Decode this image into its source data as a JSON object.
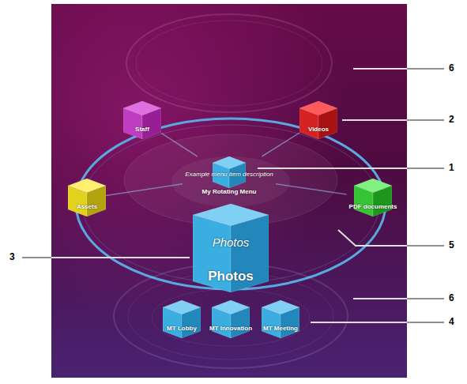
{
  "diagram": {
    "nodes": [
      {
        "text": [
          "Staff"
        ]
      },
      {
        "text": [
          "Videos"
        ]
      },
      {
        "text": [
          "Example menu item description",
          "My Rotating Menu"
        ]
      },
      {
        "text": [
          "Assets"
        ]
      },
      {
        "text": [
          "PDF documents"
        ]
      },
      {
        "text": [
          "Photos",
          "Photos"
        ]
      },
      {
        "text": [
          "MT Lobby"
        ]
      },
      {
        "text": [
          "MT Innovation"
        ]
      },
      {
        "text": [
          "MT Meeting"
        ]
      }
    ],
    "edges": [
      {
        "from": 2,
        "to": 0,
        "arrow": "none"
      },
      {
        "from": 2,
        "to": 1,
        "arrow": "none"
      },
      {
        "from": 2,
        "to": 3,
        "arrow": "none"
      },
      {
        "from": 2,
        "to": 4,
        "arrow": "none"
      }
    ],
    "labels": [
      "6",
      "2",
      "1",
      "5",
      "3",
      "6",
      "4"
    ]
  }
}
